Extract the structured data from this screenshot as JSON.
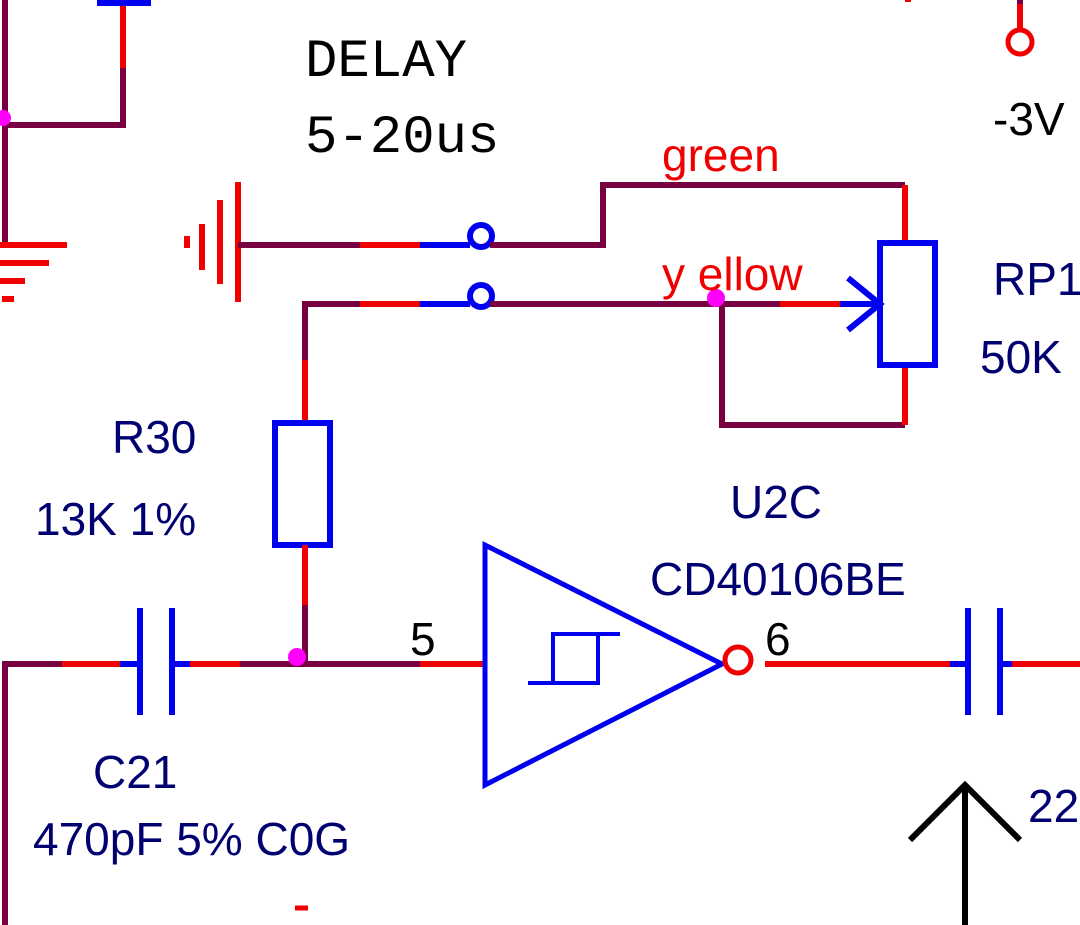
{
  "annotation": {
    "line1": "DELAY",
    "line2": "5-20us"
  },
  "wire_labels": {
    "green": "green",
    "yellow": "y ellow"
  },
  "power": {
    "label": "-3V"
  },
  "potentiometer": {
    "ref": "RP1",
    "value": "50K"
  },
  "resistor": {
    "ref": "R30",
    "value": "13K 1%"
  },
  "capacitor": {
    "ref": "C21",
    "value": "470pF 5% C0G"
  },
  "inverter": {
    "ref": "U2C",
    "part": "CD40106BE",
    "pin_in": "5",
    "pin_out": "6"
  },
  "partial_label": "22",
  "colors": {
    "wire": "#780040",
    "pin": "#f00000",
    "symbol": "#0000f0",
    "ref_text": "#000070",
    "junction": "#ff00ff"
  }
}
